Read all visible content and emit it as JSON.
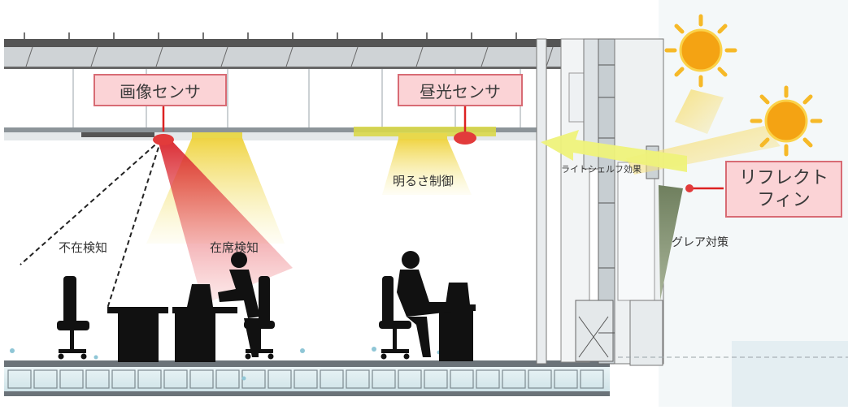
{
  "labels": {
    "image_sensor": "画像センサ",
    "daylight_sensor": "昼光センサ",
    "reflect_fin_line1": "リフレクト",
    "reflect_fin_line2": "フィン",
    "brightness_control": "明るさ制御",
    "light_shelf_effect": "ライトシェルフ効果",
    "glare_control": "グレア対策",
    "absence_detection": "不在検知",
    "presence_detection": "在席検知"
  },
  "colors": {
    "label_fill": "#fbd3d6",
    "label_border": "#d86b74",
    "sensor_red": "#e23b3b",
    "light_yellow": "#f3e36a",
    "sun_orange": "#f4a313",
    "arrow_yellow": "#eef27a",
    "fin_green": "#7d8f6c",
    "silhouette": "#111111"
  }
}
